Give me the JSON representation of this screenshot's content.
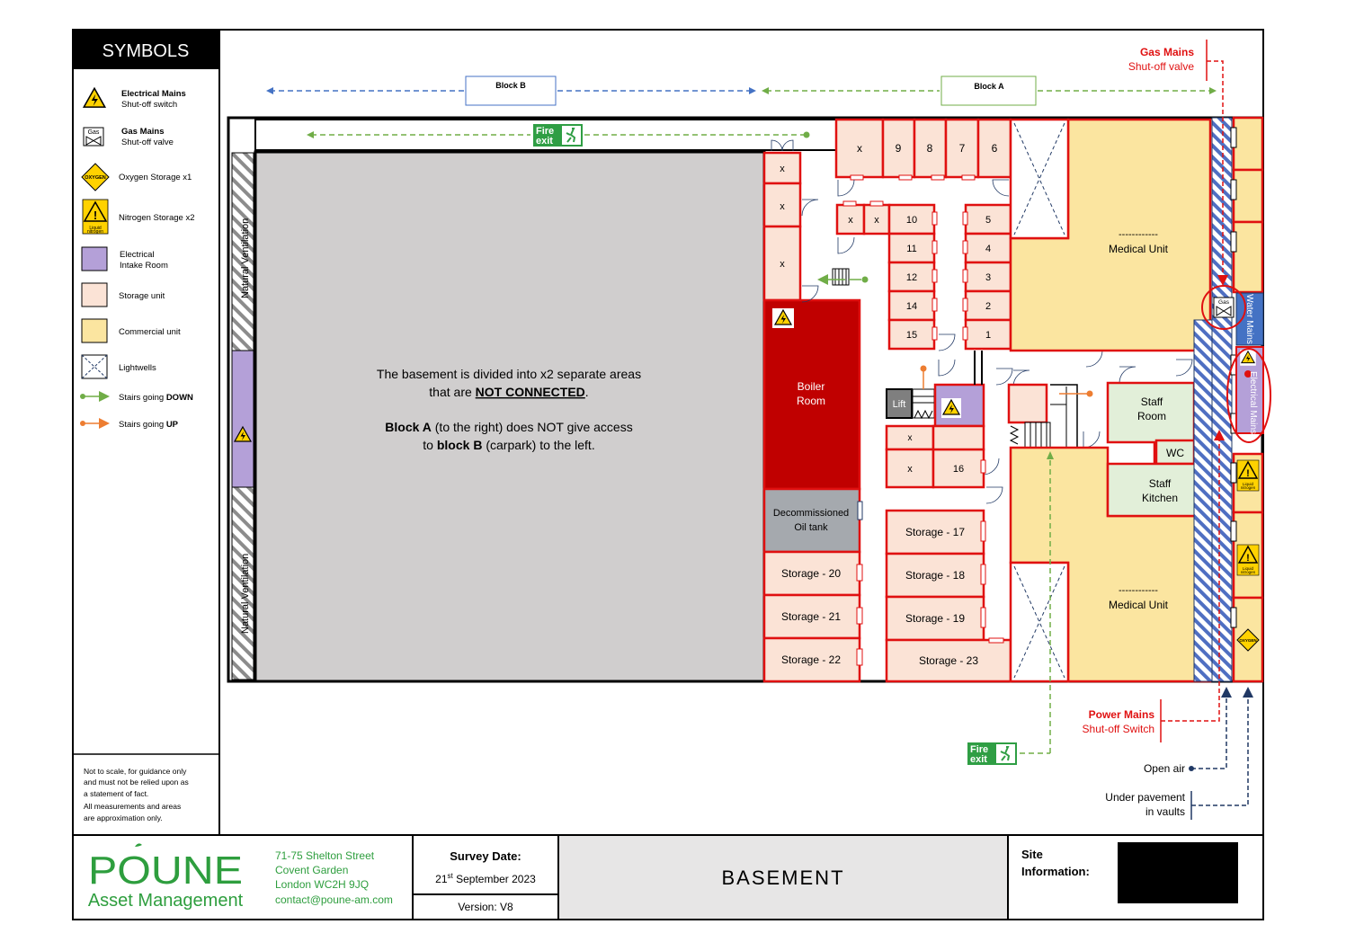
{
  "symbols": {
    "title": "SYMBOLS",
    "items": [
      {
        "icon": "electrical-hazard-icon",
        "label1": "Electrical Mains",
        "label2": "Shut-off switch"
      },
      {
        "icon": "gas-valve-icon",
        "label1": "Gas Mains",
        "label2": "Shut-off valve",
        "icon_text": "Gas"
      },
      {
        "icon": "oxygen-diamond-icon",
        "label1": "Oxygen Storage  x1",
        "icon_text": "OXYGEN"
      },
      {
        "icon": "liquid-nitrogen-icon",
        "label1": "Nitrogen Storage  x2",
        "icon_text": "Liquid nitrogen"
      },
      {
        "icon": "purple-square-icon",
        "label1": "Electrical",
        "label2": "Intake Room"
      },
      {
        "icon": "peach-square-icon",
        "label1": "Storage unit"
      },
      {
        "icon": "yellow-square-icon",
        "label1": "Commercial  unit"
      },
      {
        "icon": "lightwell-icon",
        "label1": "Lightwells"
      },
      {
        "icon": "green-arrow-icon",
        "label1": "Stairs going ",
        "label1_bold": "DOWN"
      },
      {
        "icon": "orange-arrow-icon",
        "label1": "Stairs going ",
        "label1_bold": "UP"
      }
    ],
    "disclaimer": [
      "Not to scale, for guidance only",
      "and must not be relied upon as",
      "a statement of fact.",
      "All measurements and areas",
      "are approximation only."
    ]
  },
  "blocks": {
    "block_b": "Block B",
    "block_a": "Block A"
  },
  "fire_exit": {
    "line1": "Fire",
    "line2": "exit"
  },
  "ventilation": "Natural  Ventilation",
  "note": {
    "line1": "The basement is divided into x2 separate areas",
    "line2_a": "that are ",
    "line2_b": "NOT CONNECTED",
    "line2_c": ".",
    "line3_a": "Block A",
    "line3_b": " (to the right) does NOT give access",
    "line4_a": "to ",
    "line4_b": "block B",
    "line4_c": " (carpark) to the left."
  },
  "rooms": {
    "boiler_1": "Boiler",
    "boiler_2": "Room",
    "oil_1": "Decommissioned",
    "oil_2": "Oil tank",
    "medical_dash": "------------",
    "medical": "Medical Unit",
    "staff_room_1": "Staff",
    "staff_room_2": "Room",
    "wc": "WC",
    "staff_kitchen_1": "Staff",
    "staff_kitchen_2": "Kitchen",
    "lift": "Lift",
    "water_mains": "Water Mains",
    "electrical_mains": "Electrical Mains",
    "x": "x",
    "top_units": [
      "9",
      "8",
      "7",
      "6"
    ],
    "mid_left": [
      "10",
      "11",
      "12",
      "14",
      "15"
    ],
    "mid_right": [
      "5",
      "4",
      "3",
      "2",
      "1"
    ],
    "unit_16": "16",
    "storage_left": [
      "Storage - 20",
      "Storage - 21",
      "Storage - 22"
    ],
    "storage_right": [
      "Storage - 17",
      "Storage - 18",
      "Storage - 19",
      "Storage - 23"
    ]
  },
  "callouts": {
    "gas_mains": "Gas Mains",
    "gas_valve": "Shut-off valve",
    "power_mains": "Power Mains",
    "power_switch": "Shut-off Switch",
    "open_air": "Open air",
    "under_pavement_1": "Under pavement",
    "under_pavement_2": "in vaults"
  },
  "footer": {
    "logo_main": "POUNE",
    "logo_sub": "Asset Management",
    "address": [
      "71-75 Shelton Street",
      "Covent Garden",
      "London WC2H 9JQ",
      "contact@poune-am.com"
    ],
    "survey_label": "Survey Date:",
    "survey_day": "21",
    "survey_sup": "st",
    "survey_rest": " September 2023",
    "version": "Version:  V8",
    "title": "BASEMENT",
    "site_1": "Site",
    "site_2": "Information:"
  },
  "colors": {
    "storage": "#fbe3d6",
    "commercial": "#fbe5a0",
    "boiler": "#c00000",
    "oil_tank": "#a5a9ae",
    "staff": "#e2efd9",
    "electrical_room": "#b4a0d8",
    "water": "#4472c4",
    "red_line": "#e01010",
    "green_arrow": "#70ad47",
    "blue_arrow": "#4472c4",
    "orange_arrow": "#ed7d31",
    "carpark": "#d0cece",
    "logo_green": "#2e9e3e"
  }
}
